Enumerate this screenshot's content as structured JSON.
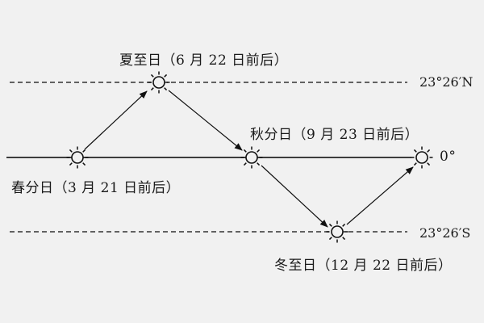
{
  "diagram": {
    "labels": {
      "summer_solstice": "夏至日（6 月 22 日前后）",
      "autumn_equinox": "秋分日（9 月 23 日前后）",
      "spring_equinox": "春分日（3 月 21 日前后）",
      "winter_solstice": "冬至日（12 月 22 日前后）"
    },
    "latitudes": {
      "tropic_north": "23°26′N",
      "equator": "0°",
      "tropic_south": "23°26′S"
    }
  }
}
